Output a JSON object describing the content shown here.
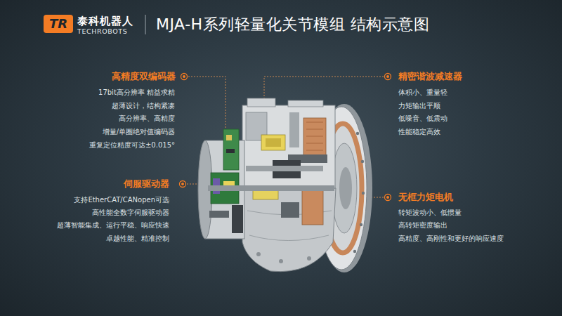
{
  "diagram": {
    "title": "MJA-H系列轻量化关节模组 结构示意图",
    "labels": [
      "TR",
      "泰科机器人",
      "TECHROBOTS",
      "高精度双编码器",
      "17bit高分辨率 精益求精",
      "超薄设计，结构紧凑",
      "高分辨率、高精度",
      "增量/单圈绝对值编码器",
      "重复定位精度可达±0.015°",
      "精密谐波减速器",
      "体积小、重量轻",
      "力矩输出平顺",
      "低噪音、低震动",
      "性能稳定高效",
      "伺服驱动器",
      "支持EtherCAT/CANopen可选",
      "高性能全数字伺服驱动器",
      "超薄智能集成、运行平稳、响应快速",
      "卓越性能、精准控制",
      "无框力矩电机",
      "转矩波动小、低惯量",
      "高转矩密度输出",
      "高精度、高刚性和更好的响应速度"
    ]
  }
}
